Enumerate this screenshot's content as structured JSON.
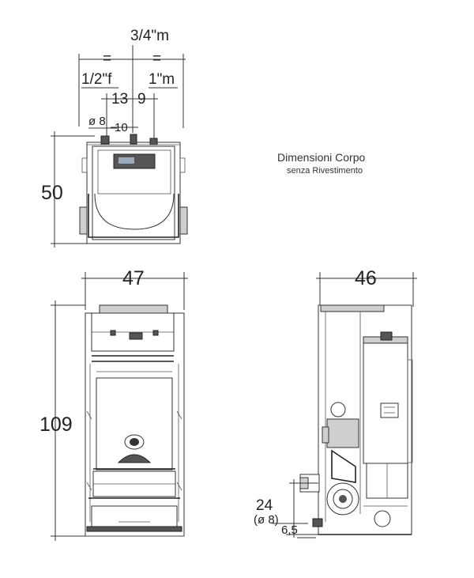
{
  "caption": {
    "title": "Dimensioni Corpo",
    "subtitle": "senza Rivestimento"
  },
  "top_view": {
    "fitting_top": "3/4\"m",
    "eq_left": "=",
    "eq_right": "=",
    "fitting_left": "1/2\"f",
    "fitting_right": "1\"m",
    "dim_13": "13",
    "dim_9": "9",
    "dia_8": "ø 8",
    "dim_10": "10",
    "depth": "50"
  },
  "front_view": {
    "width": "47",
    "height": "109"
  },
  "side_view": {
    "depth": "46",
    "flue_height": "24",
    "flue_dia": "(ø 8)",
    "flue_offset": "6,5"
  }
}
